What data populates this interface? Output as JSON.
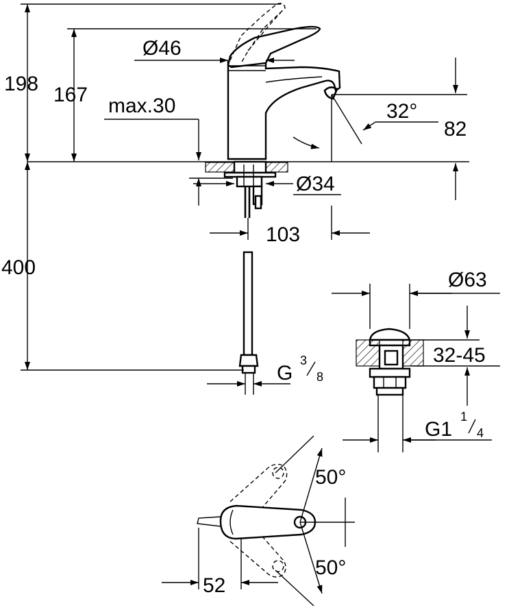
{
  "dimensions": {
    "total_height": "198",
    "spout_height": "167",
    "handle_diameter": "Ø46",
    "max_deck": "max.30",
    "angle": "32°",
    "projection_height": "82",
    "hole_diameter": "Ø34",
    "reach": "103",
    "hose_length": "400",
    "hose_connection_main": "G",
    "hose_connection_num": "3",
    "hose_connection_den": "8",
    "waste_diameter": "Ø63",
    "waste_range": "32-45",
    "waste_thread_main": "G1",
    "waste_thread_num": "1",
    "waste_thread_den": "4",
    "rotation_up": "50°",
    "rotation_down": "50°",
    "lever_offset": "52"
  },
  "colors": {
    "line": "#000000",
    "background": "#ffffff"
  }
}
